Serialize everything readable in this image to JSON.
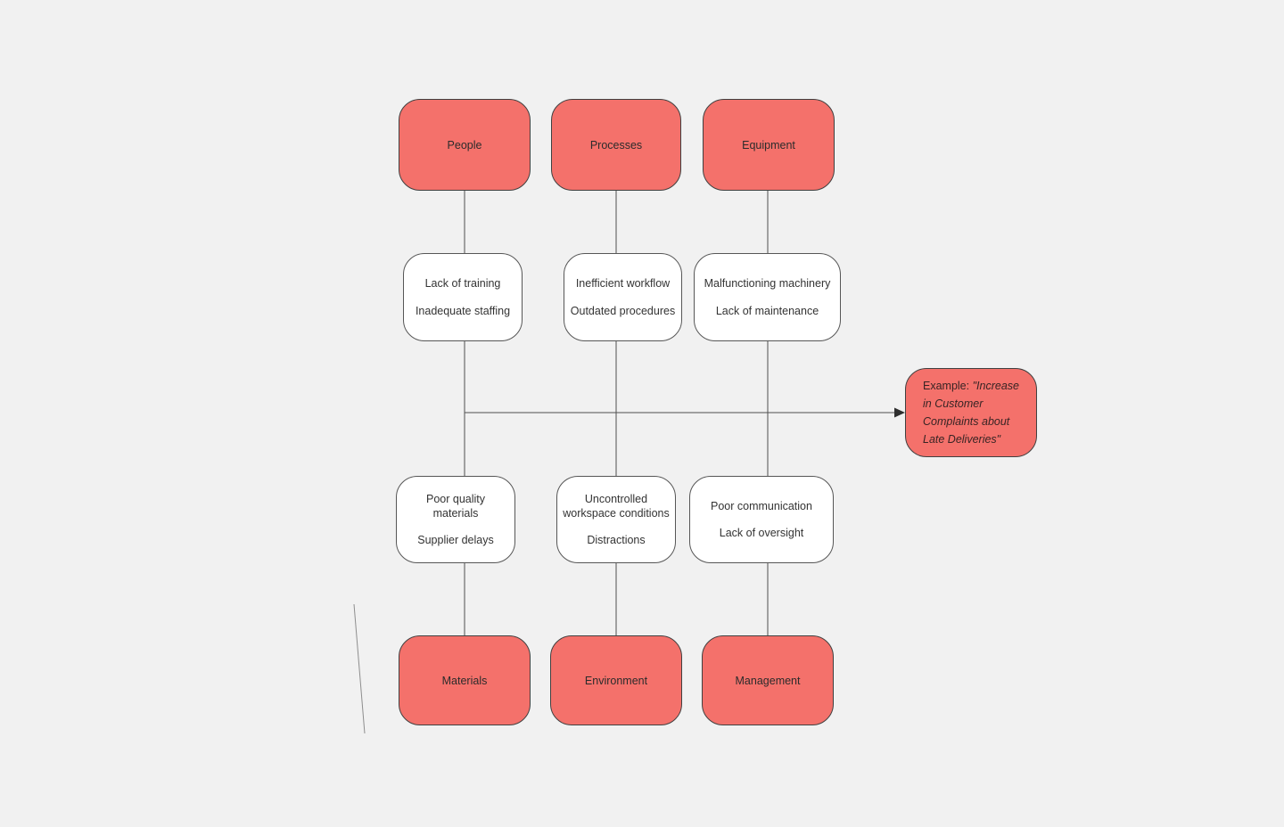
{
  "diagram": {
    "type": "fishbone-cause-effect",
    "columns": [
      {
        "top_category": "People",
        "top_causes": [
          "Lack of training",
          "Inadequate staffing"
        ],
        "bottom_causes": [
          "Poor quality materials",
          "Supplier delays"
        ],
        "bottom_category": "Materials"
      },
      {
        "top_category": "Processes",
        "top_causes": [
          "Inefficient workflow",
          "Outdated procedures"
        ],
        "bottom_causes": [
          "Uncontrolled workspace conditions",
          "Distractions"
        ],
        "bottom_category": "Environment"
      },
      {
        "top_category": "Equipment",
        "top_causes": [
          "Malfunctioning machinery",
          "Lack of maintenance"
        ],
        "bottom_causes": [
          "Poor communication",
          "Lack of oversight"
        ],
        "bottom_category": "Management"
      }
    ],
    "effect": {
      "prefix": "Example: ",
      "quote": "\"Increase in Customer Complaints about Late Deliveries\""
    },
    "colors": {
      "background": "#f1f1f1",
      "category_fill": "#f4716b",
      "cause_fill": "#ffffff",
      "effect_fill": "#f4716b",
      "connector": "#4f4f4f"
    }
  }
}
